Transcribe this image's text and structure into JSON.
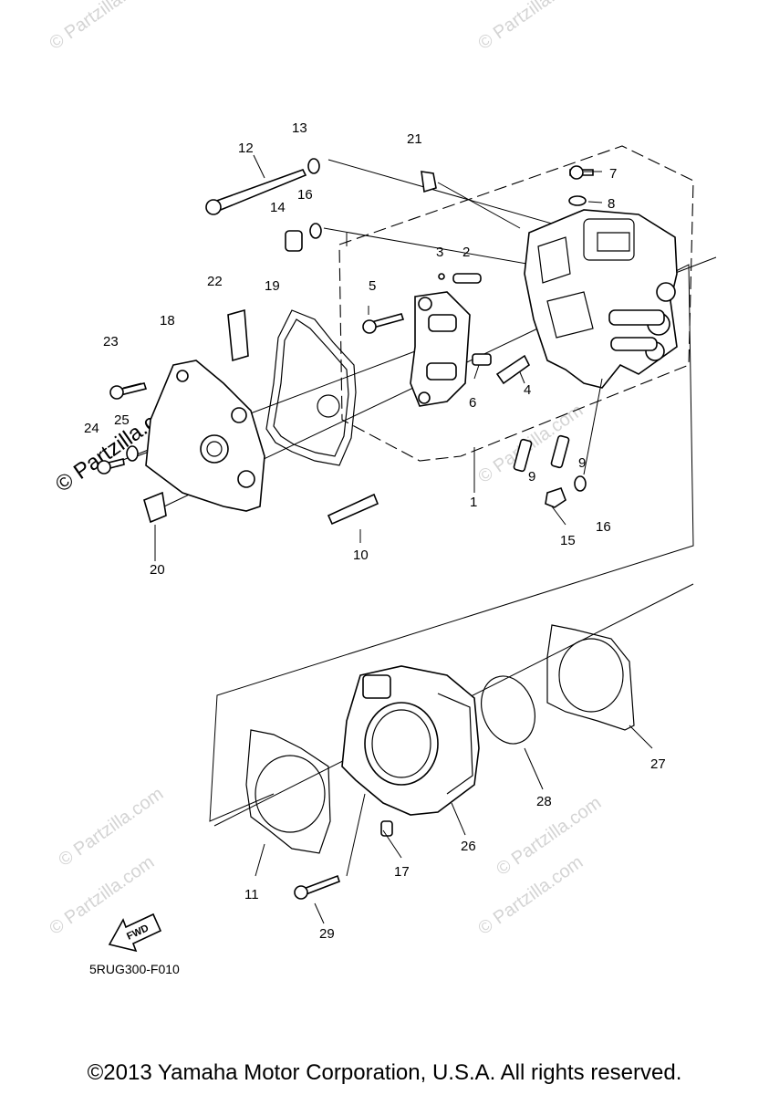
{
  "diagram": {
    "figure_code": "5RUG300-F010",
    "fwd_label": "FWD",
    "copyright": "©2013 Yamaha Motor Corporation, U.S.A. All rights reserved.",
    "watermark_text": "© Partzilla.com",
    "callouts": {
      "c1": "1",
      "c2": "2",
      "c3": "3",
      "c4": "4",
      "c5": "5",
      "c6": "6",
      "c7": "7",
      "c8": "8",
      "c9a": "9",
      "c9b": "9",
      "c10": "10",
      "c11": "11",
      "c12": "12",
      "c13": "13",
      "c14": "14",
      "c15": "15",
      "c16a": "16",
      "c16b": "16",
      "c17": "17",
      "c18": "18",
      "c19": "19",
      "c20": "20",
      "c21": "21",
      "c22": "22",
      "c23": "23",
      "c24": "24",
      "c25": "25",
      "c26": "26",
      "c27": "27",
      "c28": "28",
      "c29": "29"
    }
  }
}
